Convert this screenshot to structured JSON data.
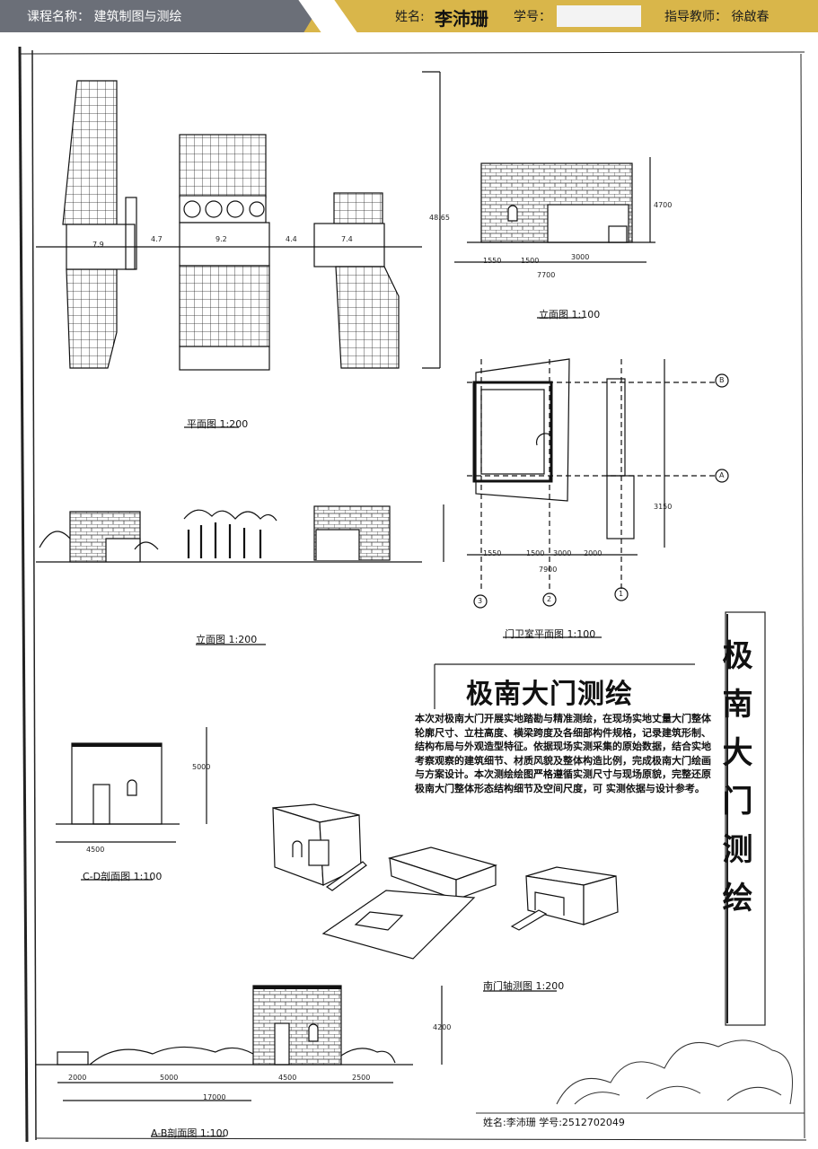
{
  "header": {
    "course": "课程名称：  建筑制图与测绘",
    "name_label": "姓名:",
    "name_value": "李沛珊",
    "id_label": "学号：",
    "teacher": "指导教师：  徐啟春"
  },
  "drawing": {
    "title": "极南大门测绘",
    "vertical_title": "极南大门测绘",
    "description": "本次对极南大门开展实地踏勘与精准测绘，在现场实地丈量大门整体轮廓尺寸、立柱高度、横梁跨度及各细部构件规格，记录建筑形制、结构布局与外观造型特征。依据现场实测采集的原始数据，结合实地考察观察的建筑细节、材质风貌及整体构造比例，完成极南大门绘画与方案设计。本次测绘绘图严格遵循实测尺寸与现场原貌，完整还原极南大门整体形态结构细节及空间尺度，可   实测依据与设计参考。",
    "labels": {
      "plan": "平面图 1:200",
      "elevation_small": "立面图 1:100",
      "elevation_long": "立面图 1:200",
      "guard_plan": "门卫室平面图 1:100",
      "section_cd": "C-D剖面图 1:100",
      "axonometric": "南门轴测图 1:200",
      "section_ab": "A-B剖面图 1:100",
      "signature": "姓名:李沛珊   学号:2512702049"
    },
    "dims": {
      "d1": "7.9",
      "d2": "9.2",
      "d3": "7.4",
      "d4": "4.7",
      "d5": "4.4",
      "d6": "48.65",
      "d7": "1550",
      "d8": "1500",
      "d9": "3000",
      "d10": "7700",
      "d11": "4700",
      "d12": "7900",
      "d13": "1550",
      "d14": "1500",
      "d15": "3000",
      "d16": "2000",
      "d17": "4500",
      "d18": "17000",
      "d19": "5000",
      "d20": "2500",
      "d21": "4200",
      "d22": "3150",
      "d23": "5000"
    },
    "axis_labels": [
      "B",
      "A",
      "3",
      "2",
      "1"
    ]
  }
}
